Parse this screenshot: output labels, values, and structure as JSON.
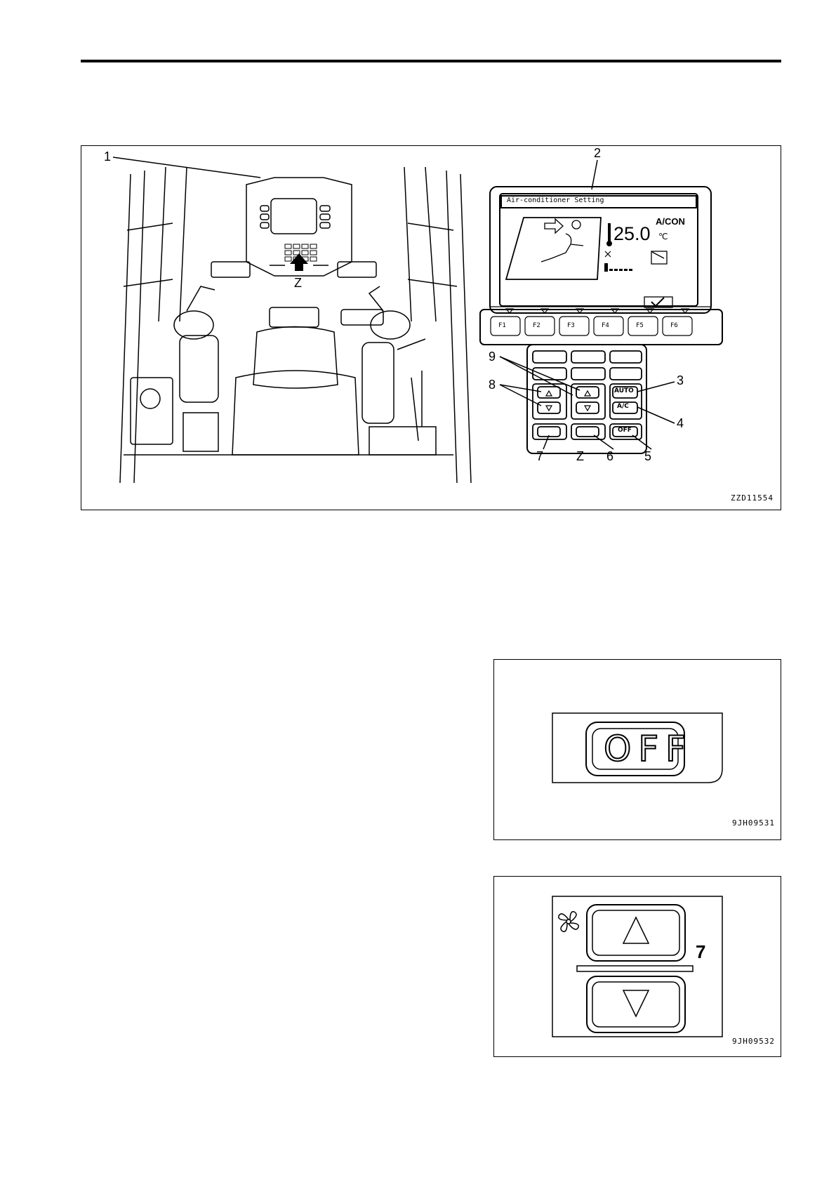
{
  "figure1": {
    "code": "ZZD11554",
    "callouts": [
      "1",
      "2",
      "3",
      "4",
      "5",
      "6",
      "7",
      "8",
      "9"
    ],
    "view_label": "Z",
    "monitor": {
      "title": "Air-conditioner Setting",
      "mode": "A/CON",
      "temperature": "25.0",
      "unit": "℃",
      "fkeys": [
        "F1",
        "F2",
        "F3",
        "F4",
        "F5",
        "F6"
      ]
    },
    "switch_panel": {
      "auto_label": "AUTO",
      "ac_label": "A/C",
      "off_label": "OFF"
    }
  },
  "figure2": {
    "code": "9JH09531",
    "button_label": "OFF"
  },
  "figure3": {
    "code": "9JH09532",
    "level_label": "7"
  }
}
